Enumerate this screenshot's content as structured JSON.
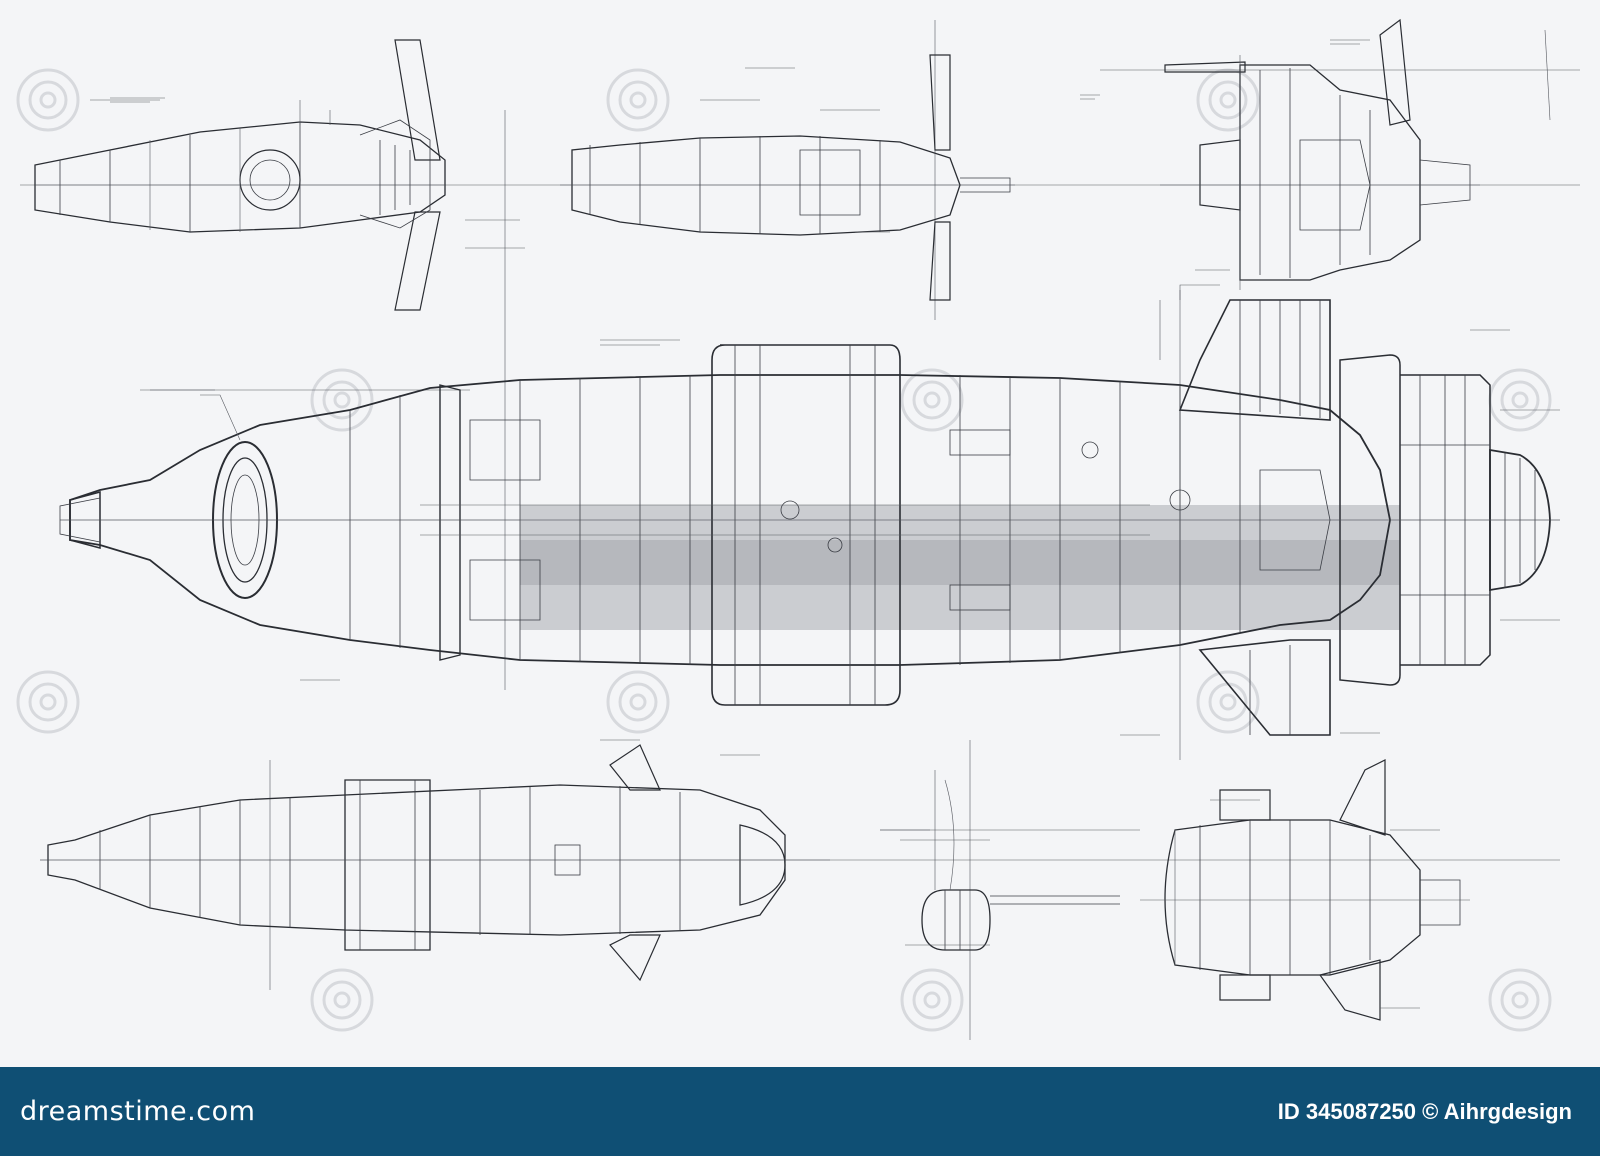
{
  "watermark": {
    "site_name": "dreamstime.com",
    "id_text": "ID 345087250",
    "credit": "© Aihrgdesign"
  },
  "colors": {
    "paper": "#f4f5f7",
    "ink": "#2a2d33",
    "banner": "#0f4f74",
    "banner_text": "#ffffff"
  },
  "icons": [
    "spiral-watermark-icon"
  ]
}
